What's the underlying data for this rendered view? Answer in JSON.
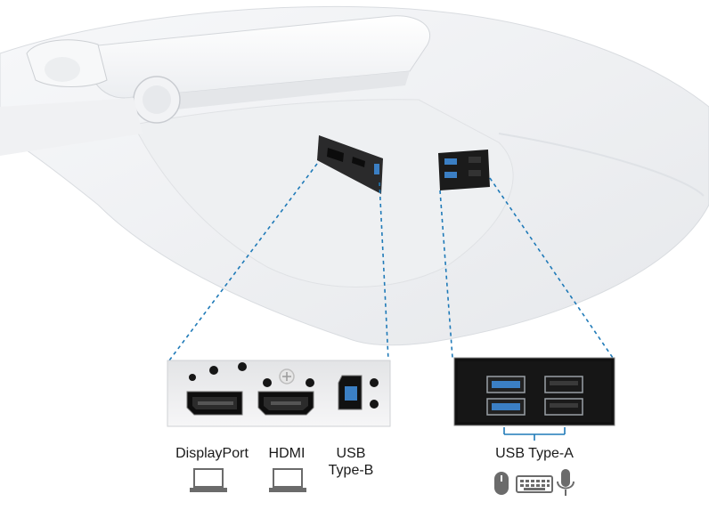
{
  "labels": {
    "displayport": "DisplayPort",
    "hdmi": "HDMI",
    "usb_b_line1": "USB",
    "usb_b_line2": "Type-B",
    "usb_a": "USB Type-A"
  },
  "icons": {
    "displayport_device": "laptop-icon",
    "hdmi_device": "laptop-icon",
    "usb_a_devices": [
      "mouse-icon",
      "keyboard-icon",
      "microphone-icon"
    ]
  },
  "colors": {
    "callout_line": "#1f7ab8",
    "usb3_blue": "#3b7fc4",
    "port_panel": "#111111",
    "monitor_body": "#f4f5f7"
  }
}
